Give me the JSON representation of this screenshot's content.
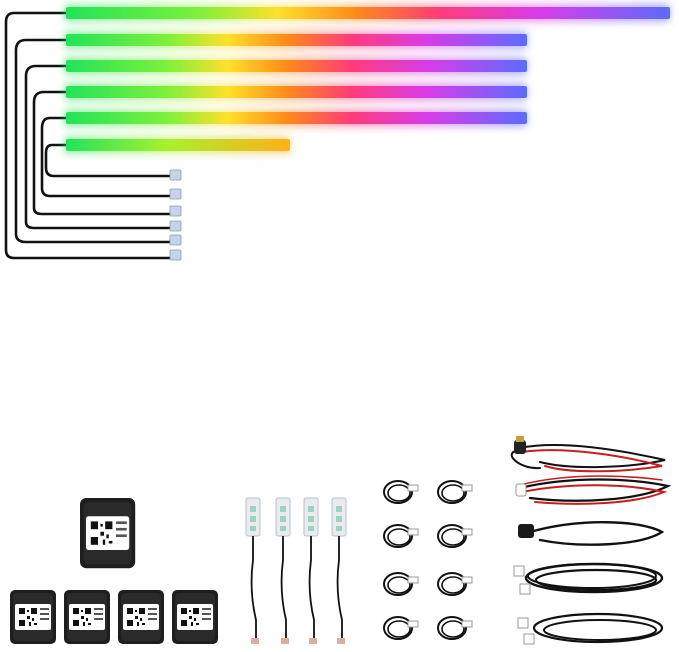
{
  "product": {
    "strips": [
      {
        "name": "led-strip-1"
      },
      {
        "name": "led-strip-2"
      },
      {
        "name": "led-strip-3"
      },
      {
        "name": "led-strip-4"
      },
      {
        "name": "led-strip-5"
      },
      {
        "name": "led-strip-6"
      }
    ],
    "controller_count": 5,
    "footwell_lights_count": 4,
    "extension_cable_count": 8,
    "power_harness_count": 5
  },
  "colors": {
    "background": "#ffffff",
    "cable": "#111111",
    "red_wire": "#c81e1e",
    "module": "#1c1c1c",
    "connector": "#c8d4e6",
    "gradient": [
      "#22e35a",
      "#58f03c",
      "#ffe02a",
      "#ff9a1a",
      "#ff3b7a",
      "#e23be0",
      "#8a5cff",
      "#5c6cff"
    ]
  },
  "icons": {
    "qr": "qr-code-icon"
  }
}
